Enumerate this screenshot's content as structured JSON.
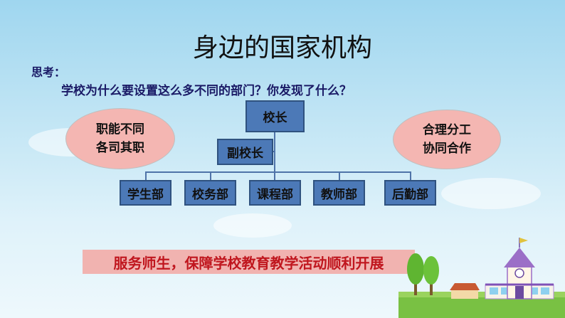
{
  "slide": {
    "title": "身边的国家机构",
    "think_label": "思考：",
    "question": "学校为什么要设置这么多不同的部门？你发现了什么？",
    "left_ellipse": {
      "line1": "职能不同",
      "line2": "各司其职"
    },
    "right_ellipse": {
      "line1": "合理分工",
      "line2": "协同合作"
    },
    "org": {
      "principal": "校长",
      "vice_principal": "副校长",
      "departments": [
        "学生部",
        "校务部",
        "课程部",
        "教师部",
        "后勤部"
      ]
    },
    "banner": "服务师生，保障学校教育教学活动顺利开展"
  },
  "colors": {
    "box_fill": "#4c79b7",
    "ellipse_fill": "#f4b6b2",
    "banner_fill": "#f1b3b0",
    "banner_text": "#c0161e"
  }
}
